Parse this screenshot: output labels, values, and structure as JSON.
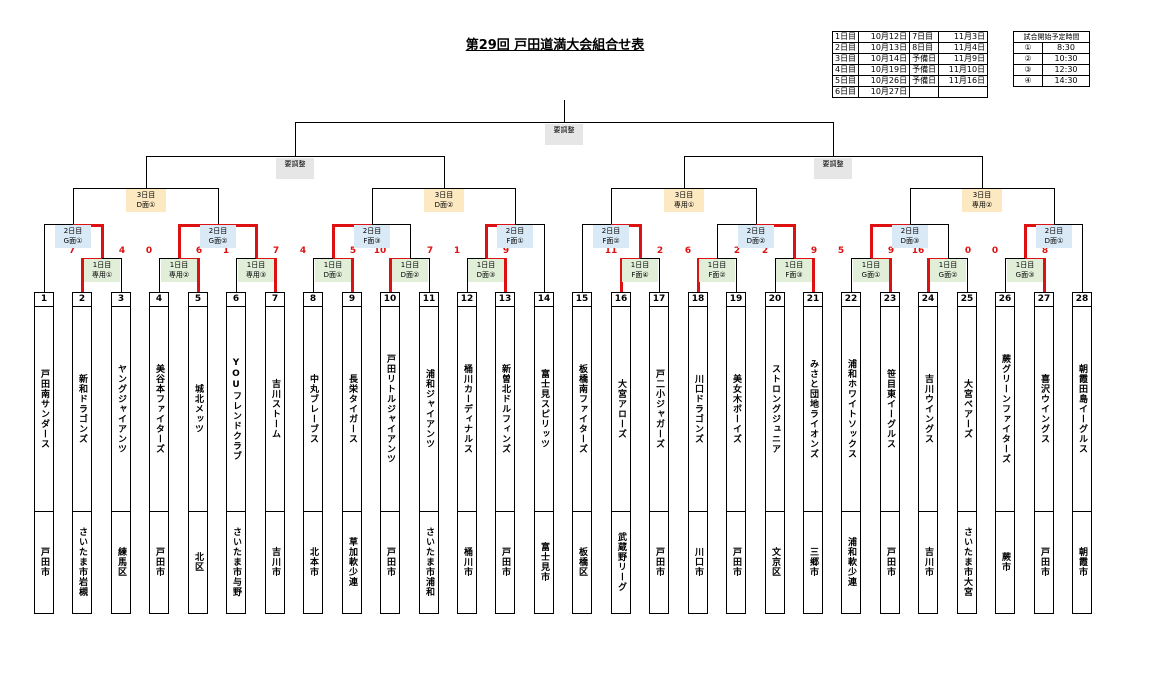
{
  "title": "第29回 戸田道満大会組合せ表",
  "schedule": [
    {
      "day": "1日目",
      "date": "10月12日",
      "day2": "7日目",
      "date2": "11月3日"
    },
    {
      "day": "2日目",
      "date": "10月13日",
      "day2": "8日目",
      "date2": "11月4日"
    },
    {
      "day": "3日目",
      "date": "10月14日",
      "day2": "予備日",
      "date2": "11月9日"
    },
    {
      "day": "4日目",
      "date": "10月19日",
      "day2": "予備日",
      "date2": "11月10日"
    },
    {
      "day": "5日目",
      "date": "10月26日",
      "day2": "予備日",
      "date2": "11月16日"
    },
    {
      "day": "6日目",
      "date": "10月27日",
      "day2": "",
      "date2": ""
    }
  ],
  "times": {
    "header": "試合開始予定時間",
    "rows": [
      {
        "no": "①",
        "time": "8:30"
      },
      {
        "no": "②",
        "time": "10:30"
      },
      {
        "no": "③",
        "time": "12:30"
      },
      {
        "no": "④",
        "time": "14:30"
      }
    ]
  },
  "labels": {
    "final": "要調整",
    "semi_left": "要調整",
    "semi_right": "要調整",
    "qf": [
      [
        "3日目",
        "D面①"
      ],
      [
        "3日目",
        "D面②"
      ],
      [
        "3日目",
        "専用①"
      ],
      [
        "3日目",
        "専用②"
      ]
    ],
    "r2": [
      [
        "2日目",
        "G面①"
      ],
      [
        "2日目",
        "G面②"
      ],
      [
        "2日目",
        "F面③"
      ],
      [
        "2日目",
        "F面①"
      ],
      [
        "2日目",
        "F面②"
      ],
      [
        "2日目",
        "D面②"
      ],
      [
        "2日目",
        "D面③"
      ],
      [
        "2日目",
        "D面①"
      ]
    ],
    "r1": [
      [
        "1日目",
        "専用①"
      ],
      [
        "1日目",
        "専用②"
      ],
      [
        "1日目",
        "専用③"
      ],
      [
        "1日目",
        "D面①"
      ],
      [
        "1日目",
        "D面②"
      ],
      [
        "1日目",
        "D面③"
      ],
      [
        "1日目",
        "F面④"
      ],
      [
        "1日目",
        "F面②"
      ],
      [
        "1日目",
        "F面③"
      ],
      [
        "1日目",
        "G面①"
      ],
      [
        "1日目",
        "G面②"
      ],
      [
        "1日目",
        "G面③"
      ]
    ]
  },
  "r1_matches": [
    {
      "a": 2,
      "b": 3,
      "sa": "7",
      "sb": "4",
      "winner": "a"
    },
    {
      "a": 4,
      "b": 5,
      "sa": "0",
      "sb": "6",
      "winner": "b"
    },
    {
      "a": 6,
      "b": 7,
      "sa": "1",
      "sb": "7",
      "winner": "b"
    },
    {
      "a": 8,
      "b": 9,
      "sa": "4",
      "sb": "5",
      "winner": "b"
    },
    {
      "a": 10,
      "b": 11,
      "sa": "10",
      "sb": "7",
      "winner": "a"
    },
    {
      "a": 12,
      "b": 13,
      "sa": "1",
      "sb": "9",
      "winner": "b"
    },
    {
      "a": 16,
      "b": 17,
      "sa": "11",
      "sb": "2",
      "winner": "a"
    },
    {
      "a": 18,
      "b": 19,
      "sa": "6",
      "sb": "2",
      "winner": "a"
    },
    {
      "a": 20,
      "b": 21,
      "sa": "2",
      "sb": "9",
      "winner": "b"
    },
    {
      "a": 22,
      "b": 23,
      "sa": "5",
      "sb": "9",
      "winner": "b"
    },
    {
      "a": 24,
      "b": 25,
      "sa": "16",
      "sb": "0",
      "winner": "a"
    },
    {
      "a": 26,
      "b": 27,
      "sa": "0",
      "sb": "8",
      "winner": "b"
    }
  ],
  "teams": [
    {
      "no": "1",
      "name": "戸田南サンダース",
      "city": "戸田市"
    },
    {
      "no": "2",
      "name": "新和ドラゴンズ",
      "city": "さいたま市岩槻"
    },
    {
      "no": "3",
      "name": "ヤングジャイアンツ",
      "city": "練馬区"
    },
    {
      "no": "4",
      "name": "美谷本ファイターズ",
      "city": "戸田市"
    },
    {
      "no": "5",
      "name": "城北メッツ",
      "city": "北区"
    },
    {
      "no": "6",
      "name": "YOUフレンドクラブ",
      "city": "さいたま市与野"
    },
    {
      "no": "7",
      "name": "吉川ストーム",
      "city": "吉川市"
    },
    {
      "no": "8",
      "name": "中丸ブレーブス",
      "city": "北本市"
    },
    {
      "no": "9",
      "name": "長栄タイガース",
      "city": "草加軟少連"
    },
    {
      "no": "10",
      "name": "戸田リトルジャイアンツ",
      "city": "戸田市"
    },
    {
      "no": "11",
      "name": "浦和ジャイアンツ",
      "city": "さいたま市浦和"
    },
    {
      "no": "12",
      "name": "桶川カーディナルス",
      "city": "桶川市"
    },
    {
      "no": "13",
      "name": "新曽北ドルフィンズ",
      "city": "戸田市"
    },
    {
      "no": "14",
      "name": "富士見スピリッツ",
      "city": "富士見市"
    },
    {
      "no": "15",
      "name": "板橋南ファイターズ",
      "city": "板橋区"
    },
    {
      "no": "16",
      "name": "大宮アローズ",
      "city": "武蔵野リーグ"
    },
    {
      "no": "17",
      "name": "戸二小ジャガーズ",
      "city": "戸田市"
    },
    {
      "no": "18",
      "name": "川口ドラゴンズ",
      "city": "川口市"
    },
    {
      "no": "19",
      "name": "美女木ボーイズ",
      "city": "戸田市"
    },
    {
      "no": "20",
      "name": "ストロングジュニア",
      "city": "文京区"
    },
    {
      "no": "21",
      "name": "みさと団地ライオンズ",
      "city": "三郷市"
    },
    {
      "no": "22",
      "name": "浦和ホワイトソックス",
      "city": "浦和軟少連"
    },
    {
      "no": "23",
      "name": "笹目東イーグルス",
      "city": "戸田市"
    },
    {
      "no": "24",
      "name": "吉川ウイングス",
      "city": "吉川市"
    },
    {
      "no": "25",
      "name": "大宮ベアーズ",
      "city": "さいたま市大宮"
    },
    {
      "no": "26",
      "name": "蕨グリーンファイターズ",
      "city": "蕨市"
    },
    {
      "no": "27",
      "name": "喜沢ウイングス",
      "city": "戸田市"
    },
    {
      "no": "28",
      "name": "朝霞田島イーグルス",
      "city": "朝霞市"
    }
  ]
}
